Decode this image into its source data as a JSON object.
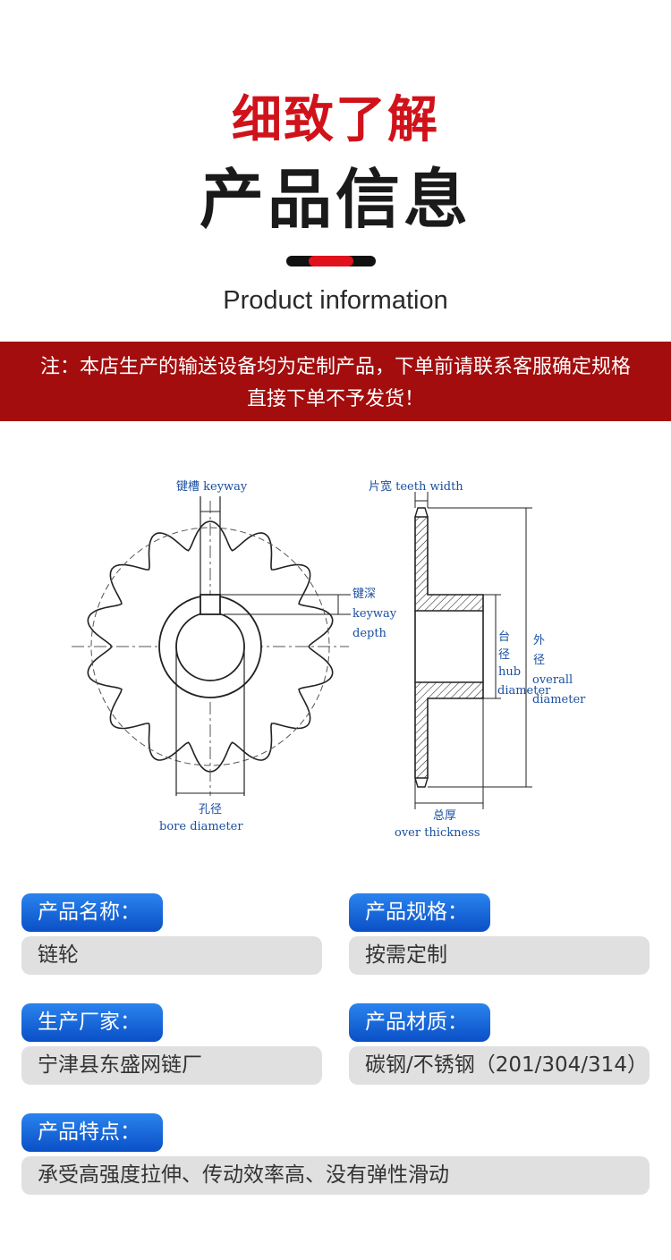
{
  "header": {
    "title_red": "细致了解",
    "title_black": "产品信息",
    "subtitle": "Product information"
  },
  "notice": {
    "line1": "注：本店生产的输送设备均为定制产品，下单前请联系客服确定规格",
    "line2": "直接下单不予发货！"
  },
  "diagram": {
    "keyway": "键槽  keyway",
    "keyway_depth_cn": "键深",
    "keyway_depth_en1": "keyway",
    "keyway_depth_en2": "depth",
    "bore_cn": "孔径",
    "bore_en": "bore  diameter",
    "teeth_width": "片宽   teeth  width",
    "hub_cn1": "台",
    "hub_cn2": "径",
    "hub_en1": "hub",
    "hub_en2": "diameter",
    "overall_cn1": "外",
    "overall_cn2": "径",
    "overall_en1": "overall",
    "overall_en2": "diameter",
    "thickness_cn": "总厚",
    "thickness_en": "over  thickness"
  },
  "specs": [
    {
      "label": "产品名称：",
      "value": "链轮"
    },
    {
      "label": "产品规格：",
      "value": "按需定制"
    },
    {
      "label": "生产厂家：",
      "value": "宁津县东盛网链厂"
    },
    {
      "label": "产品材质：",
      "value": "碳钢/不锈钢（201/304/314）"
    },
    {
      "label": "产品特点：",
      "value": "承受高强度拉伸、传动效率高、没有弹性滑动"
    }
  ],
  "colors": {
    "accent_red": "#d0121b",
    "notice_bg": "#a30d0d",
    "tag_blue": "#0a4fc6",
    "diagram_text": "#1a4fa0"
  }
}
